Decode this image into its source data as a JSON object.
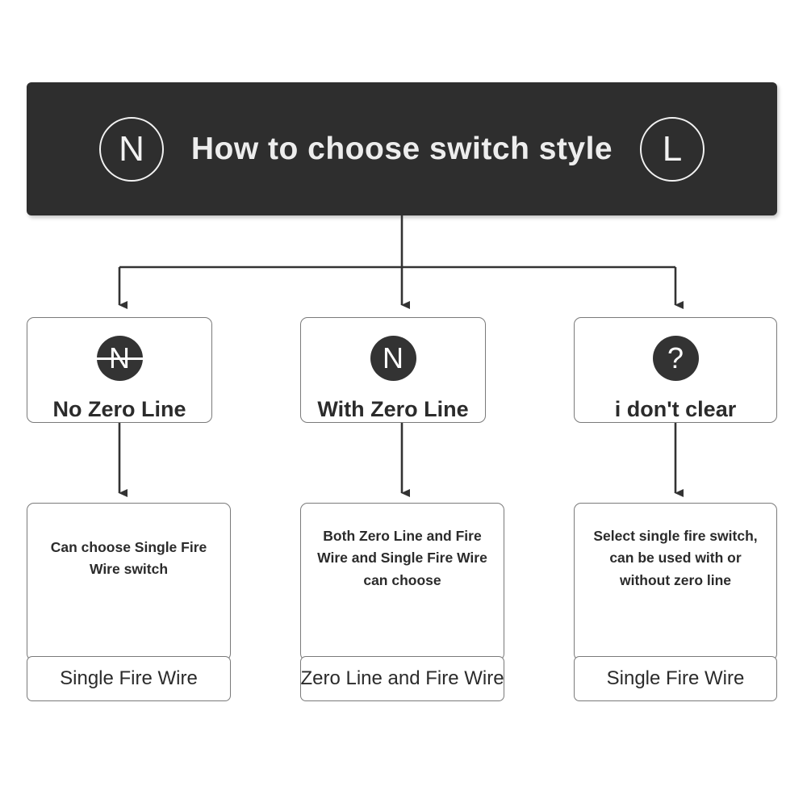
{
  "header": {
    "title": "How to choose switch style",
    "left_badge": "N",
    "right_badge": "L",
    "bg_color": "#2e2e2e",
    "text_color": "#ededed"
  },
  "colors": {
    "page_background": "#ffffff",
    "box_border": "#7a7a7a",
    "icon_fill": "#333333",
    "connector": "#333333",
    "text": "#2b2b2b"
  },
  "branches": [
    {
      "id": "no-zero-line",
      "icon_glyph": "N",
      "icon_struck": true,
      "decision_label": "No Zero Line",
      "result_description": "Can choose Single Fire Wire switch",
      "result_footer": "Single Fire Wire"
    },
    {
      "id": "with-zero-line",
      "icon_glyph": "N",
      "icon_struck": false,
      "decision_label": "With Zero Line",
      "result_description": "Both Zero Line and Fire Wire and Single Fire Wire can choose",
      "result_footer": "Zero Line and Fire Wire"
    },
    {
      "id": "i-dont-clear",
      "icon_glyph": "?",
      "icon_struck": false,
      "decision_label": "i don't clear",
      "result_description": "Select single fire switch, can be used with or without zero line",
      "result_footer": "Single Fire Wire"
    }
  ]
}
